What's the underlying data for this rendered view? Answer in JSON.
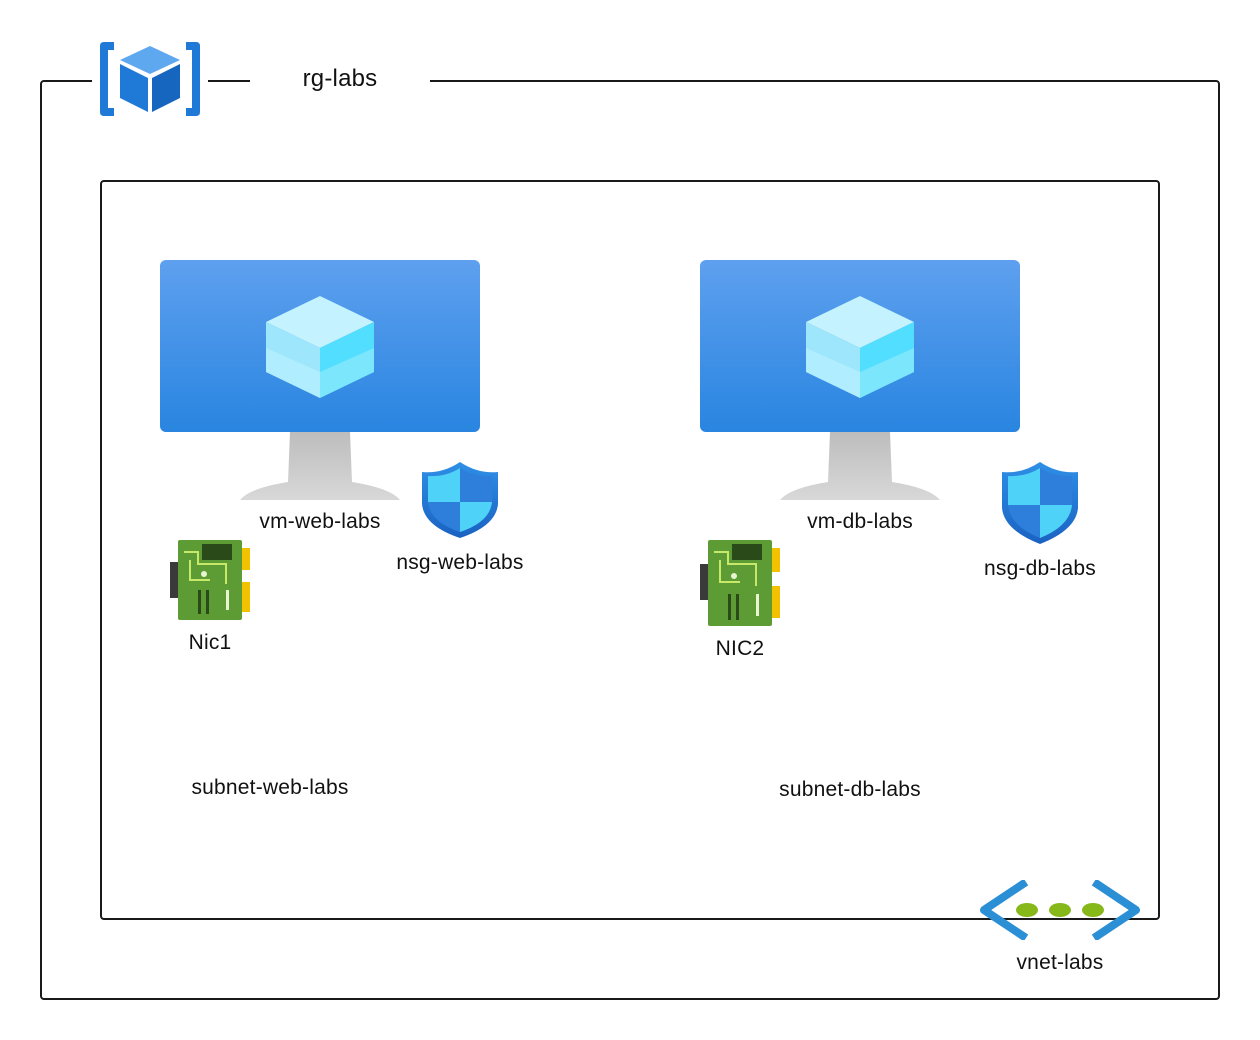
{
  "resource_group": {
    "title": "rg-labs",
    "icon": "resource-group-icon"
  },
  "vnet": {
    "label": "vnet-labs",
    "icon": "virtual-network-icon"
  },
  "subnets": [
    {
      "label": "subnet-web-labs"
    },
    {
      "label": "subnet-db-labs"
    }
  ],
  "vms": [
    {
      "label": "vm-web-labs",
      "icon": "virtual-machine-icon"
    },
    {
      "label": "vm-db-labs",
      "icon": "virtual-machine-icon"
    }
  ],
  "nsgs": [
    {
      "label": "nsg-web-labs",
      "icon": "network-security-group-icon"
    },
    {
      "label": "nsg-db-labs",
      "icon": "network-security-group-icon"
    }
  ],
  "nics": [
    {
      "label": "Nic1",
      "icon": "network-interface-icon"
    },
    {
      "label": "NIC2",
      "icon": "network-interface-icon"
    }
  ],
  "colors": {
    "border": "#1a1a1a",
    "azure_blue": "#1e7ad6",
    "vnet_green": "#86b81a",
    "nic_green": "#5d9b35"
  }
}
